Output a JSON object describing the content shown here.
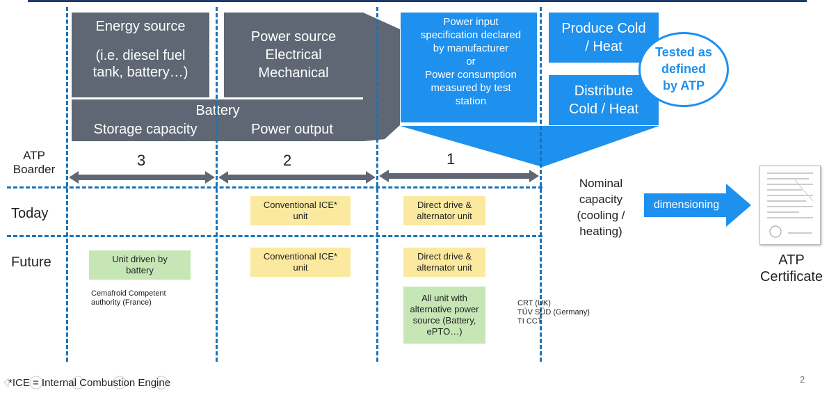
{
  "boxes": {
    "energy_source": {
      "line1": "Energy source",
      "line2": "(i.e. diesel fuel",
      "line3": "tank, battery…)"
    },
    "power_source": {
      "line1": "Power source",
      "line2": "Electrical",
      "line3": "Mechanical"
    },
    "battery": {
      "title": "Battery",
      "storage": "Storage capacity",
      "output": "Power output"
    },
    "power_input": {
      "l1": "Power input",
      "l2": "specification declared",
      "l3": "by manufacturer",
      "l4": "or",
      "l5": "Power consumption",
      "l6": "measured by test",
      "l7": "station"
    },
    "produce": {
      "l1": "Produce Cold",
      "l2": "/ Heat"
    },
    "distribute": {
      "l1": "Distribute",
      "l2": "Cold / Heat"
    },
    "tested": {
      "l1": "Tested as",
      "l2": "defined",
      "l3": "by ATP"
    }
  },
  "rows": {
    "atp_l1": "ATP",
    "atp_l2": "Boarder",
    "today": "Today",
    "future": "Future"
  },
  "numbers": {
    "n3": "3",
    "n2": "2",
    "n1": "1"
  },
  "today_cells": {
    "ice": {
      "l1": "Conventional ICE*",
      "l2": "unit"
    },
    "direct": {
      "l1": "Direct drive &",
      "l2": "alternator unit"
    }
  },
  "future_cells": {
    "battery_unit": {
      "l1": "Unit driven by",
      "l2": "battery"
    },
    "cemafroid": {
      "l1": "Cemafroid Competent",
      "l2": "authority (France)"
    },
    "ice": {
      "l1": "Conventional ICE*",
      "l2": "unit"
    },
    "direct": {
      "l1": "Direct drive &",
      "l2": "alternator unit"
    },
    "alt": {
      "l1": "All unit with",
      "l2": "alternative power",
      "l3": "source (Battery,",
      "l4": "ePTO…)"
    },
    "stations": {
      "l1": "CRT (UK)",
      "l2": "TÜV SÜD (Germany)",
      "l3": "TI CCT"
    }
  },
  "nominal": {
    "l1": "Nominal",
    "l2": "capacity",
    "l3": "(cooling /",
    "l4": "heating)"
  },
  "dimensioning": "dimensioning",
  "certificate": {
    "l1": "ATP",
    "l2": "Certificate"
  },
  "footnote": "*ICE = Internal Combustion Engine",
  "page_number": "2",
  "colors": {
    "grey": "#5e6773",
    "blue": "#1e90ee",
    "yellow": "#fbe9a0",
    "green": "#c6e6b6",
    "dash": "#1a74b8"
  }
}
